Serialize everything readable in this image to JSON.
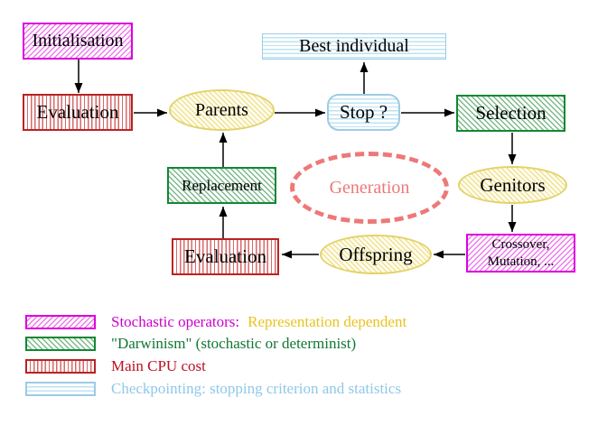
{
  "diagram": {
    "nodes": {
      "initialisation": {
        "label": "Initialisation"
      },
      "evaluation_top": {
        "label": "Evaluation"
      },
      "best_individual": {
        "label": "Best individual"
      },
      "stop": {
        "label": "Stop ?"
      },
      "selection": {
        "label": "Selection"
      },
      "parents": {
        "label": "Parents"
      },
      "replacement": {
        "label": "Replacement"
      },
      "generation": {
        "label": "Generation"
      },
      "genitors": {
        "label": "Genitors"
      },
      "crossover_mutation": {
        "label_line1": "Crossover,",
        "label_line2": "Mutation, ..."
      },
      "offspring": {
        "label": "Offspring"
      },
      "evaluation_bottom": {
        "label": "Evaluation"
      }
    },
    "flow": [
      "Initialisation -> Evaluation",
      "Evaluation -> Parents",
      "Parents -> Stop ?",
      "Stop ? -> Best individual",
      "Stop ? -> Selection",
      "Selection -> Genitors",
      "Genitors -> Crossover, Mutation, ...",
      "Crossover, Mutation, ... -> Offspring",
      "Offspring -> Evaluation",
      "Evaluation -> Replacement",
      "Replacement -> Parents"
    ]
  },
  "legend": {
    "items": [
      {
        "swatch": "magenta-diagonal-hatch",
        "label": "Stochastic operators:",
        "label2": "Representation dependent"
      },
      {
        "swatch": "green-diagonal-hatch",
        "label": "\"Darwinism\" (stochastic or determinist)"
      },
      {
        "swatch": "red-vertical-lines",
        "label": "Main CPU cost"
      },
      {
        "swatch": "cyan-horizontal-lines",
        "label": "Checkpointing: stopping criterion and statistics"
      }
    ]
  },
  "colors": {
    "magenta_border": "#dd00dd",
    "magenta_text": "#cc00cc",
    "gold_text": "#e8c420",
    "green_border": "#118833",
    "green_text": "#117733",
    "red_border": "#bb2222",
    "red_text": "#bb1122",
    "cyan_border": "#9ecbe3",
    "cyan_text": "#8fc8e8",
    "yellow_border": "#e3d36b",
    "salmon": "#ee7878",
    "arrow": "#000000",
    "background": "#ffffff"
  }
}
